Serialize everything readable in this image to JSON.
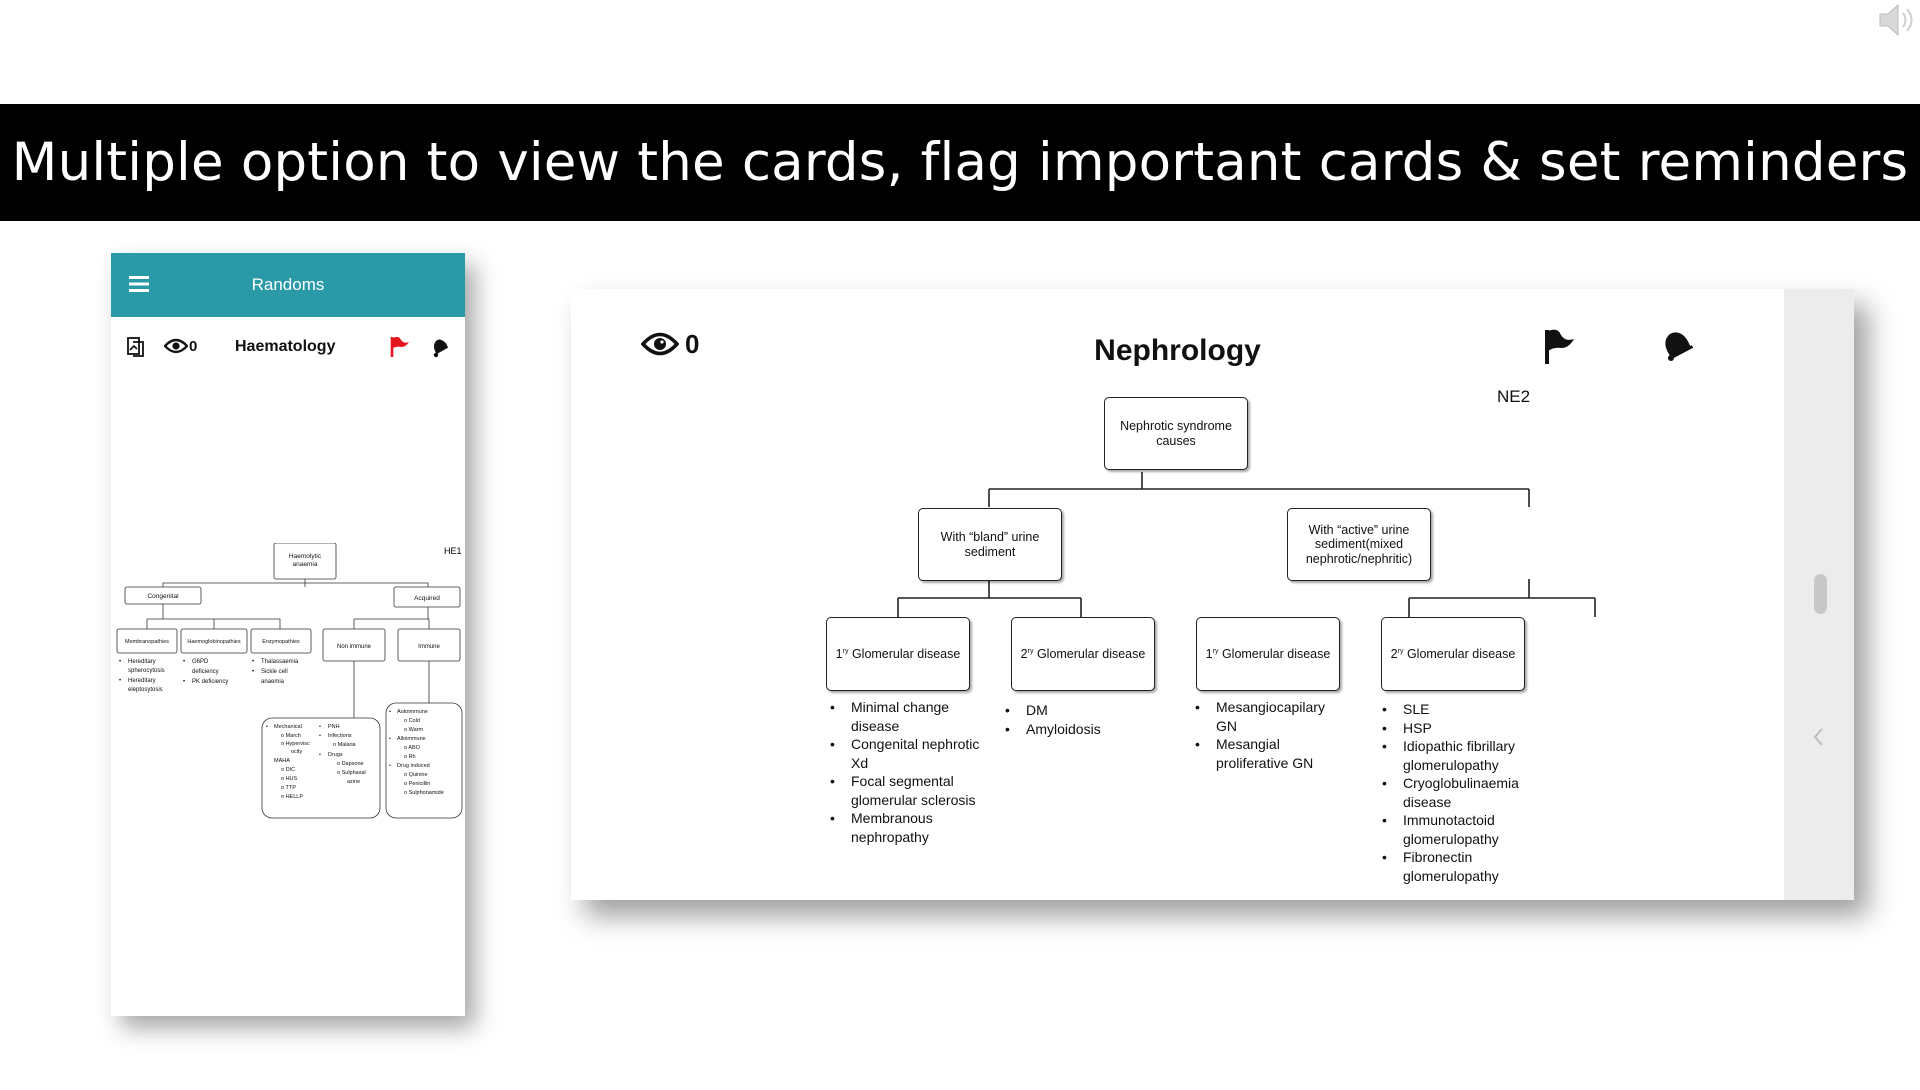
{
  "banner": {
    "title": "Multiple option to view the cards, flag important cards  & set reminders"
  },
  "phone": {
    "header_title": "Randoms",
    "view_count": "0",
    "subject": "Haematology",
    "card_code": "HE1",
    "diagram": {
      "root": "Haemolytic anaemia",
      "l1": [
        "Congenital",
        "Acquired"
      ],
      "congenital": [
        "Membranopathies",
        "Haemoglobinopathies",
        "Enzymopathies"
      ],
      "acquired": [
        "Non immune",
        "Immune"
      ],
      "membranopathies_items": [
        "Hereditary spherocytosis",
        "Hereditary eleptosytosis"
      ],
      "haemoglobinopathies_items": [
        "G6PD deficiency",
        "PK deficiency"
      ],
      "enzymopathies_items": [
        "Thalassaemia",
        "Sickle cell anaemia"
      ],
      "non_immune_items": [
        "Mechanical",
        "March",
        "Hypervisc ocity",
        "MAHA",
        "DIC",
        "HUS",
        "TTP",
        "HELLP",
        "PNH",
        "Infections",
        "Malaria",
        "Drugs",
        "Dapsone",
        "Sulphasal azine"
      ],
      "immune_items": [
        "Autoimmune",
        "Cold",
        "Warm",
        "Alloimmune",
        "ABO",
        "Rh",
        "Drug induced",
        "Quinine",
        "Penicillin",
        "Sulphonamide"
      ]
    }
  },
  "card": {
    "view_count": "0",
    "title": "Nephrology",
    "code": "NE2",
    "root": "Nephrotic syndrome causes",
    "branches": [
      {
        "label": "With “bland” urine sediment"
      },
      {
        "label": "With “active” urine sediment(mixed nephrotic/nephritic)"
      }
    ],
    "leaves": [
      {
        "label_sup": "ry",
        "label_prefix": "1",
        "label_rest": " Glomerular disease",
        "items": [
          "Minimal change disease",
          "Congenital nephrotic Xd",
          "Focal segmental glomerular sclerosis",
          "Membranous nephropathy"
        ]
      },
      {
        "label_sup": "ry",
        "label_prefix": "2",
        "label_rest": " Glomerular disease",
        "items": [
          "DM",
          "Amyloidosis"
        ]
      },
      {
        "label_sup": "ry",
        "label_prefix": "1",
        "label_rest": " Glomerular disease",
        "items": [
          "Mesangiocapilary GN",
          "Mesangial proliferative GN"
        ]
      },
      {
        "label_sup": "ry",
        "label_prefix": "2",
        "label_rest": " Glomerular disease",
        "items": [
          "SLE",
          "HSP",
          "Idiopathic fibrillary glomerulopathy",
          "Cryoglobulinaemia disease",
          "Immunotactoid glomerulopathy",
          "Fibronectin glomerulopathy"
        ]
      }
    ]
  },
  "icons": {
    "speaker": "speaker-icon",
    "menu": "hamburger-menu-icon",
    "switch_view": "switch-view-icon",
    "eye": "eye-icon",
    "flag": "flag-icon",
    "bell": "bell-icon",
    "chevron": "chevron-left-icon"
  },
  "colors": {
    "phone_header": "#2a9aa8",
    "flag_active": "#e5161f",
    "banner": "#000000"
  }
}
